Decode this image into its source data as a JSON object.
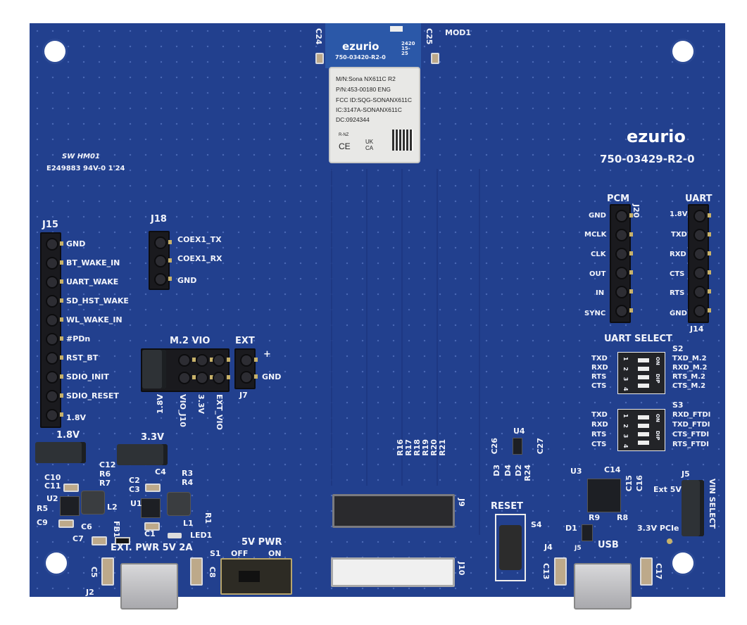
{
  "module": {
    "ant_part": "750-03420-R2-0",
    "ant_date": "2420 15-25",
    "lines": [
      "M/N:Sona NX611C   R2",
      "P/N:453-00180      ENG",
      "FCC ID:SQG-SONANX611C",
      "IC:3147A-SONANX611C",
      "DC:0924344"
    ],
    "marks": [
      "R-NZ",
      "CE",
      "UK CA"
    ],
    "ref": "MOD1"
  },
  "brand": {
    "logo": "ezurio",
    "part_number": "750-03429-R2-0"
  },
  "fab_marks": [
    "SW HM01",
    "E249883 94V-0 1'24"
  ],
  "j15": {
    "ref": "J15",
    "labels": [
      "GND",
      "BT_WAKE_IN",
      "UART_WAKE",
      "SD_HST_WAKE",
      "WL_WAKE_IN",
      "#PDn",
      "RST_BT",
      "SDIO_INIT",
      "SDIO_RESET",
      "1.8V"
    ]
  },
  "j18": {
    "ref": "J18",
    "labels": [
      "COEX1_TX",
      "COEX1_RX",
      "GND"
    ]
  },
  "m2vio": {
    "title": "M.2 VIO",
    "labels": [
      "1.8V",
      "VIO_J10",
      "3.3V",
      "EXT_VIO"
    ]
  },
  "ext": {
    "title": "EXT",
    "plus": "+",
    "gnd": "GND",
    "ref": "J7"
  },
  "pcm": {
    "title": "PCM",
    "ref": "J20",
    "labels": [
      "GND",
      "MCLK",
      "CLK",
      "OUT",
      "IN",
      "SYNC"
    ]
  },
  "uart": {
    "title": "UART",
    "ref": "J14",
    "labels": [
      "1.8V",
      "TXD",
      "RXD",
      "CTS",
      "RTS",
      "GND"
    ]
  },
  "uart_select": {
    "title": "UART SELECT",
    "s2": {
      "ref": "S2",
      "left": [
        "TXD",
        "RXD",
        "RTS",
        "CTS"
      ],
      "right": [
        "TXD_M.2",
        "RXD_M.2",
        "RTS_M.2",
        "CTS_M.2"
      ]
    },
    "s3": {
      "ref": "S3",
      "left": [
        "TXD",
        "RXD",
        "RTS",
        "CTS"
      ],
      "right": [
        "RXD_FTDI",
        "TXD_FTDI",
        "CTS_FTDI",
        "RTS_FTDI"
      ]
    },
    "switch_text": [
      "ON",
      "DIP",
      "1 2 3 4"
    ]
  },
  "power": {
    "j3": "1.8V",
    "j1": "3.3V",
    "ext_pwr": "EXT. PWR 5V 2A",
    "pwr_switch": "5V PWR",
    "off": "OFF",
    "on": "ON",
    "s1": "S1",
    "j2": "J2",
    "led": "LED1"
  },
  "refs_left": [
    "C12",
    "R6",
    "R7",
    "C10",
    "C11",
    "U2",
    "R5",
    "C9",
    "L2",
    "C6",
    "C7",
    "FB1",
    "C4",
    "R3",
    "R4",
    "C2",
    "C3",
    "U1",
    "C1",
    "L1",
    "R1",
    "C5",
    "C8"
  ],
  "refs_mid": [
    "R16",
    "R17",
    "R18",
    "R19",
    "R20",
    "R21",
    "J9",
    "J10"
  ],
  "refs_right": [
    "C26",
    "U4",
    "C27",
    "D3",
    "D4",
    "D2",
    "R24",
    "RESET",
    "S4",
    "U3",
    "C14",
    "C15",
    "C16",
    "R9",
    "R8",
    "D1",
    "J4",
    "USB",
    "C13",
    "C17",
    "J5",
    "Ext 5V",
    "3.3V PCIe",
    "VIN SELECT",
    "1",
    "C24",
    "C25"
  ]
}
